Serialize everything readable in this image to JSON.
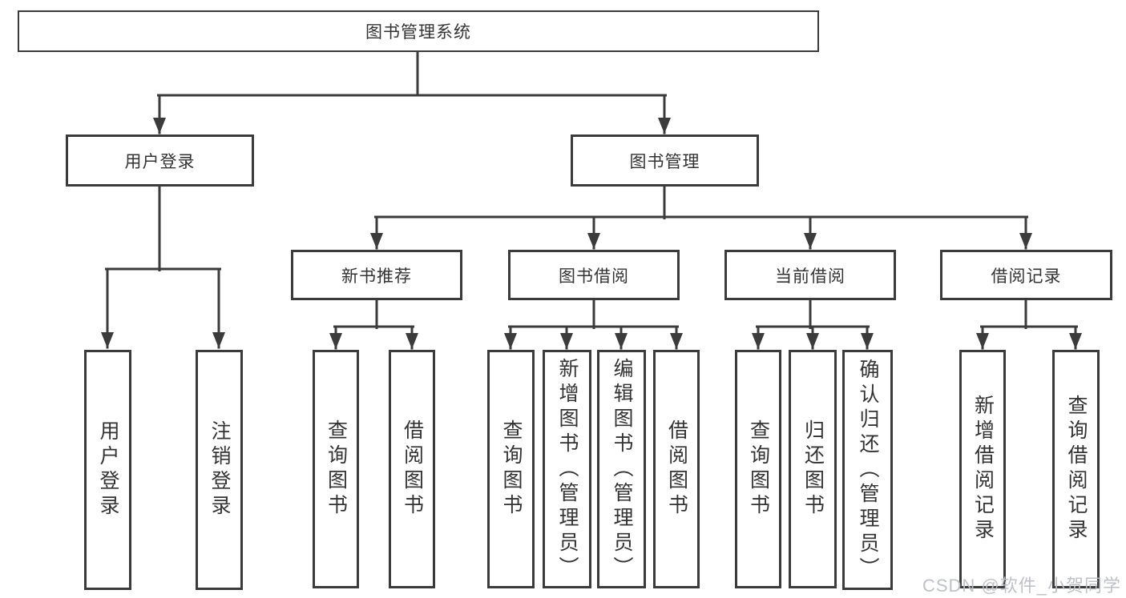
{
  "diagram": {
    "title": "图书管理系统",
    "nodes": {
      "root": "图书管理系统",
      "level2": [
        "用户登录",
        "图书管理"
      ],
      "level3": [
        "新书推荐",
        "图书借阅",
        "当前借阅",
        "借阅记录"
      ],
      "leaves_user": [
        "用户登录",
        "注销登录"
      ],
      "leaves_newbook": [
        "查询图书",
        "借阅图书"
      ],
      "leaves_borrow": [
        "查询图书",
        "新增图书（管理员）",
        "编辑图书（管理员）",
        "借阅图书"
      ],
      "leaves_current": [
        "查询图书",
        "归还图书",
        "确认归还（管理员）"
      ],
      "leaves_record": [
        "新增借阅记录",
        "查询借阅记录"
      ]
    },
    "colors": {
      "line": "#3b3b3b",
      "box_border": "#3b3b3b",
      "text": "#333333",
      "background": "#ffffff",
      "watermark": "#bdc1c7"
    },
    "watermark": "CSDN @软件_小贺同学"
  }
}
